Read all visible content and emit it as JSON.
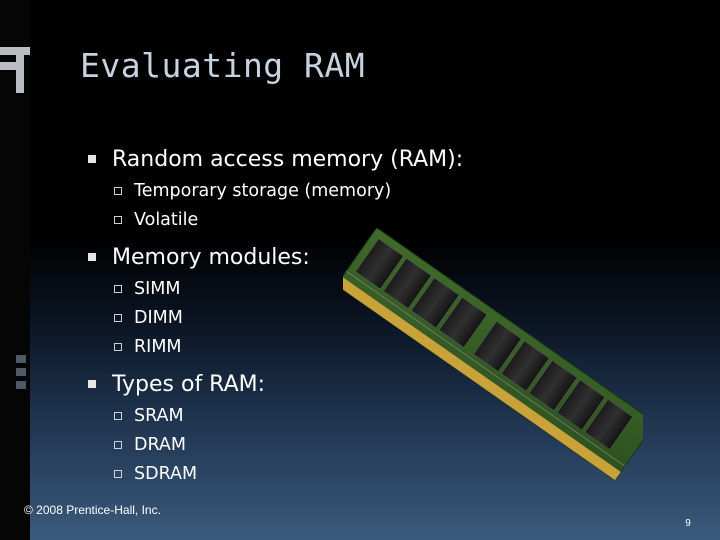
{
  "slide": {
    "title": "Evaluating RAM",
    "bullets": [
      {
        "text": "Random access memory (RAM):",
        "subs": [
          "Temporary storage (memory)",
          "Volatile"
        ]
      },
      {
        "text": "Memory modules:",
        "subs": [
          "SIMM",
          "DIMM",
          "RIMM"
        ]
      },
      {
        "text": "Types of RAM:",
        "subs": [
          "SRAM",
          "DRAM",
          "SDRAM"
        ]
      }
    ],
    "footer": {
      "copyright": "© 2008 Prentice-Hall, Inc.",
      "page_number": "9"
    },
    "image": {
      "name": "ram-module-photo"
    }
  },
  "colors": {
    "title": "#c7d2df",
    "text": "#ffffff",
    "background_top": "#000000",
    "background_bottom": "#3b5a7c"
  }
}
